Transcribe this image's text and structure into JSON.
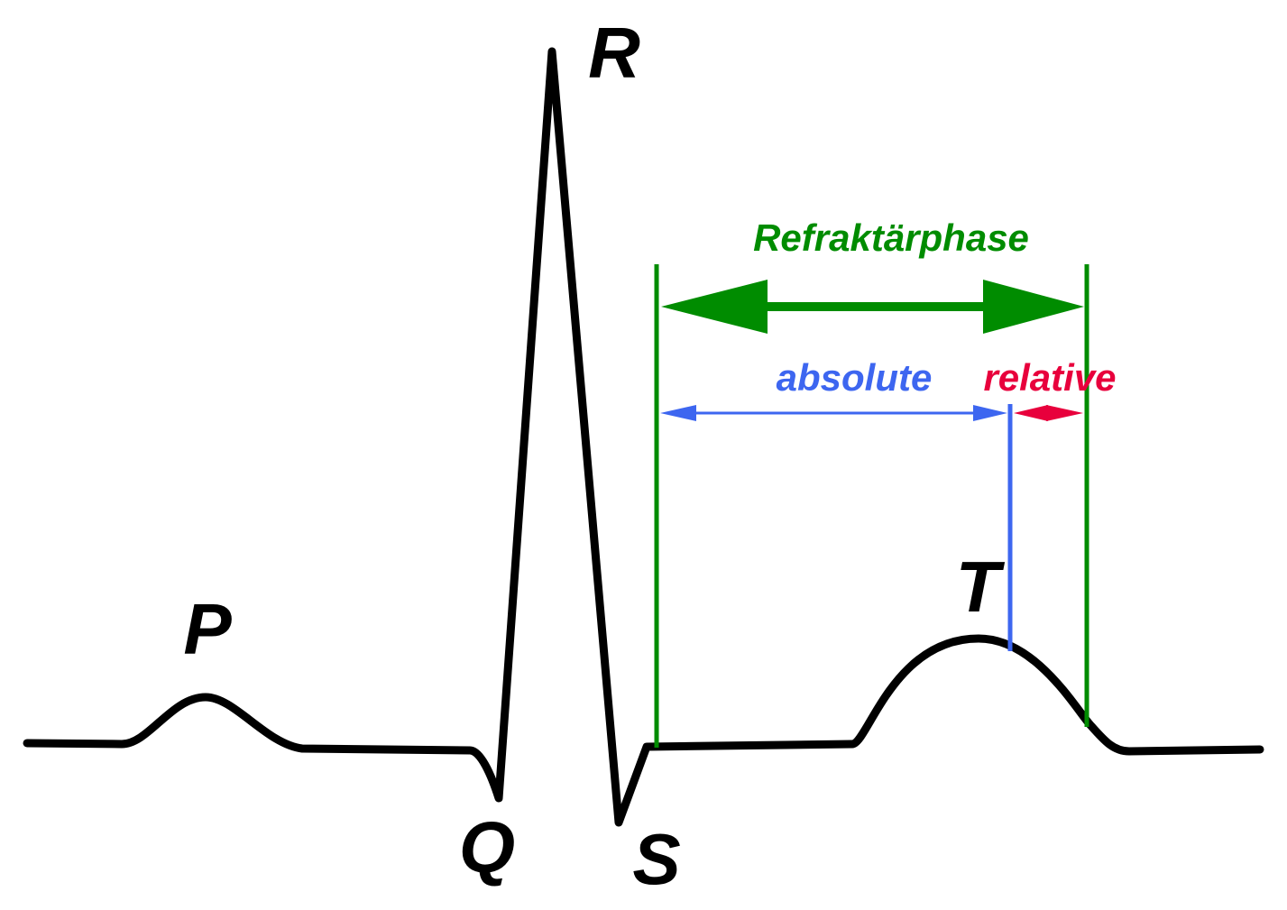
{
  "colors": {
    "ecg_trace": "#000000",
    "refractory_total": "#008c00",
    "absolute": "#3d66f0",
    "relative": "#e8003c"
  },
  "waves": {
    "p": "P",
    "q": "Q",
    "r": "R",
    "s": "S",
    "t": "T"
  },
  "phases": {
    "total_label": "Refraktärphase",
    "absolute_label": "absolute",
    "relative_label": "relative"
  }
}
